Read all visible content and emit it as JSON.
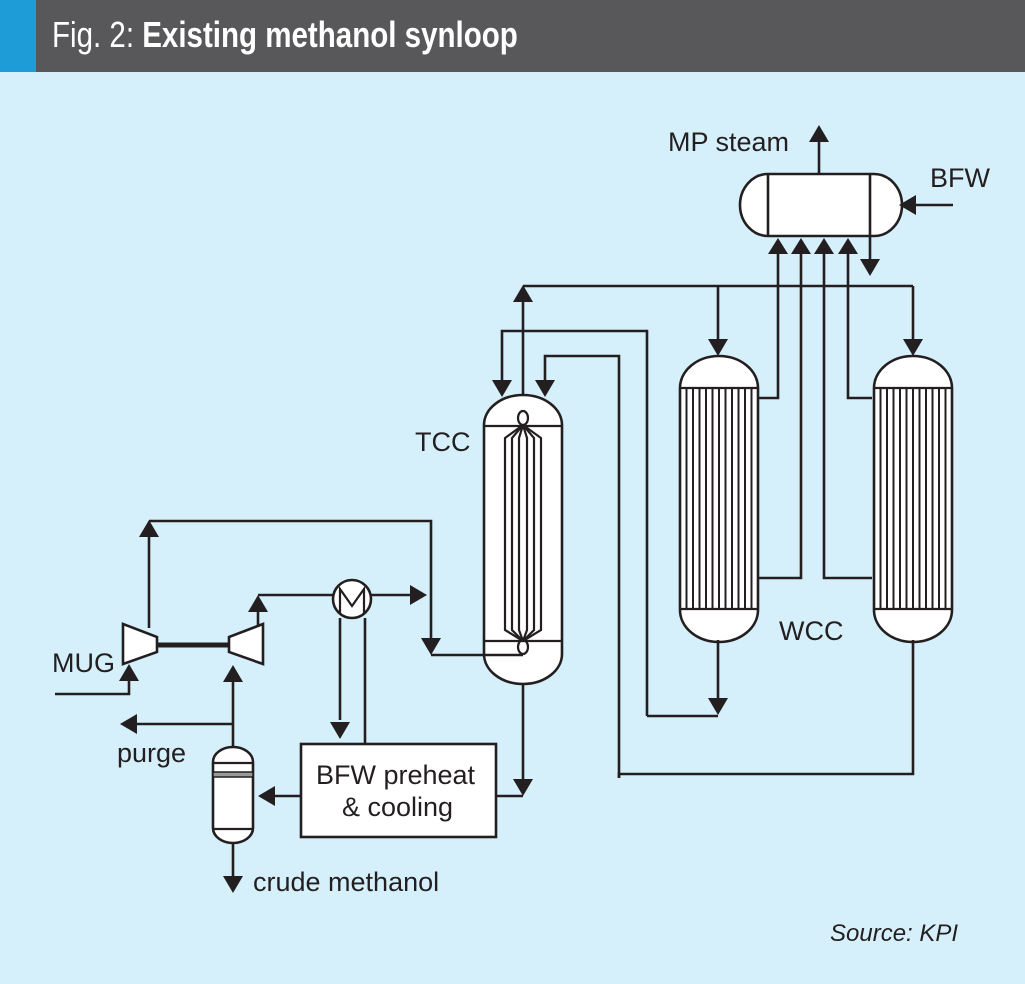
{
  "figure": {
    "title_prefix": "Fig. 2: ",
    "title_main": "Existing methanol synloop",
    "source": "Source: KPI",
    "colors": {
      "background": "#d6f0fb",
      "header": "#58585a",
      "header_accent": "#1e9cd7",
      "line": "#231f20",
      "equipment_fill": "#ffffff"
    }
  },
  "labels": {
    "mp_steam": "MP steam",
    "bfw": "BFW",
    "tcc": "TCC",
    "wcc": "WCC",
    "mug": "MUG",
    "purge": "purge",
    "bfw_preheat_line1": "BFW preheat",
    "bfw_preheat_line2": "& cooling",
    "crude_methanol": "crude methanol"
  },
  "equipment": [
    {
      "id": "steam-drum",
      "type": "horizontal drum"
    },
    {
      "id": "tcc",
      "type": "tube-cooled converter",
      "label": "TCC"
    },
    {
      "id": "wcc-1",
      "type": "water-cooled converter",
      "label": "WCC"
    },
    {
      "id": "wcc-2",
      "type": "water-cooled converter",
      "label": "WCC"
    },
    {
      "id": "mug-compressor",
      "type": "compressor",
      "label": "MUG"
    },
    {
      "id": "recycle-compressor",
      "type": "compressor"
    },
    {
      "id": "feed-effluent-exchanger",
      "type": "heat exchanger"
    },
    {
      "id": "bfw-preheat-cooling",
      "type": "box",
      "label": "BFW preheat & cooling"
    },
    {
      "id": "separator",
      "type": "vertical separator"
    }
  ]
}
